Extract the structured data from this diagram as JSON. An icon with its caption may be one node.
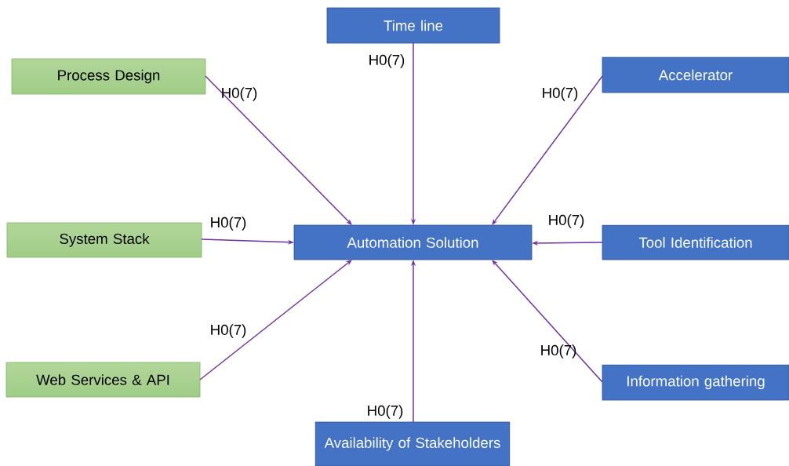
{
  "diagram": {
    "nodes": [
      {
        "text": [
          "Time line"
        ]
      },
      {
        "text": [
          "Process Design"
        ]
      },
      {
        "text": [
          "Accelerator"
        ]
      },
      {
        "text": [
          "System Stack"
        ]
      },
      {
        "text": [
          "Automation Solution"
        ]
      },
      {
        "text": [
          "Tool Identification"
        ]
      },
      {
        "text": [
          "Web Services & API"
        ]
      },
      {
        "text": [
          "Information gathering"
        ]
      },
      {
        "text": [
          "Availability of Stakeholders"
        ]
      }
    ],
    "edges": [
      {
        "from": 1,
        "to": 4,
        "arrow": "to",
        "label": "H0(7)"
      },
      {
        "from": 0,
        "to": 4,
        "arrow": "to",
        "label": "H0(7)"
      },
      {
        "from": 2,
        "to": 4,
        "arrow": "to",
        "label": "H0(7)"
      },
      {
        "from": 3,
        "to": 4,
        "arrow": "to",
        "label": "H0(7)"
      },
      {
        "from": 5,
        "to": 4,
        "arrow": "to",
        "label": "H0(7)"
      },
      {
        "from": 6,
        "to": 4,
        "arrow": "to",
        "label": "H0(7)"
      },
      {
        "from": 7,
        "to": 4,
        "arrow": "to",
        "label": "H0(7)"
      },
      {
        "from": 8,
        "to": 4,
        "arrow": "to",
        "label": "H0(7)"
      }
    ]
  }
}
